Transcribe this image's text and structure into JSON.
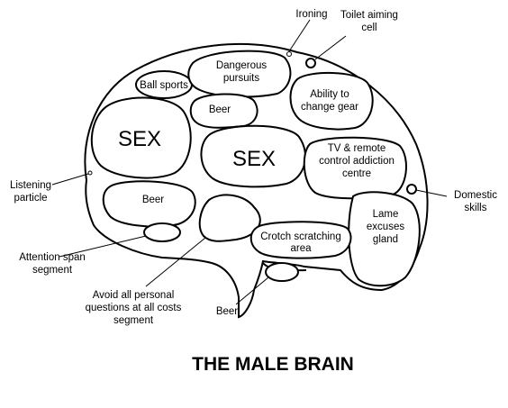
{
  "title": "THE MALE BRAIN",
  "regions": {
    "ball_sports": "Ball sports",
    "dangerous_1": "Dangerous",
    "dangerous_2": "pursuits",
    "ability_1": "Ability to",
    "ability_2": "change gear",
    "beer_top": "Beer",
    "sex_left": "SEX",
    "sex_center": "SEX",
    "tv_1": "TV & remote",
    "tv_2": "control addiction",
    "tv_3": "centre",
    "beer_left": "Beer",
    "lame_1": "Lame",
    "lame_2": "excuses",
    "lame_3": "gland",
    "crotch_1": "Crotch scratching",
    "crotch_2": "area"
  },
  "callouts": {
    "ironing": "Ironing",
    "toilet_1": "Toilet aiming",
    "toilet_2": "cell",
    "listening_1": "Listening",
    "listening_2": "particle",
    "domestic_1": "Domestic",
    "domestic_2": "skills",
    "attention_1": "Attention span",
    "attention_2": "segment",
    "avoid_1": "Avoid all personal",
    "avoid_2": "questions at all costs",
    "avoid_3": "segment",
    "beer_bottom": "Beer"
  }
}
